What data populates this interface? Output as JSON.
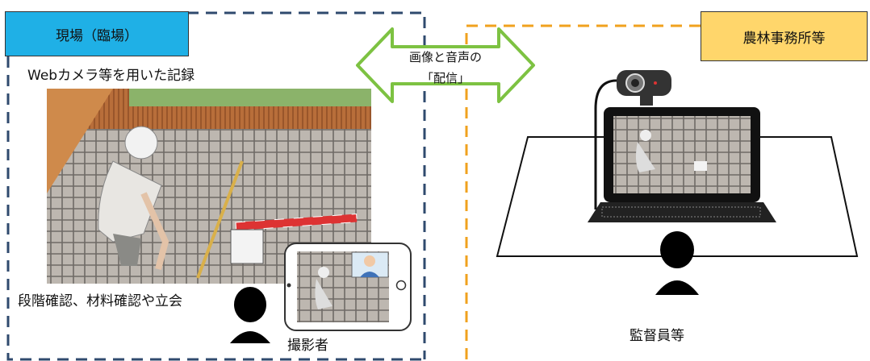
{
  "site": {
    "title": "現場（臨場）",
    "caption_top": "Webカメラ等を用いた記録",
    "caption_bottom": "段階確認、材料確認や立会",
    "photographer_label": "撮影者"
  },
  "office": {
    "title": "農林事務所等",
    "supervisor_label": "監督員等"
  },
  "arrow": {
    "line1": "画像と音声の",
    "line2": "「配信」"
  },
  "colors": {
    "site_tag": "#1fb0e6",
    "office_tag": "#ffd66b",
    "site_border": "#2f4a6e",
    "office_border": "#f0a21e",
    "arrow_stroke": "#7dc242"
  }
}
